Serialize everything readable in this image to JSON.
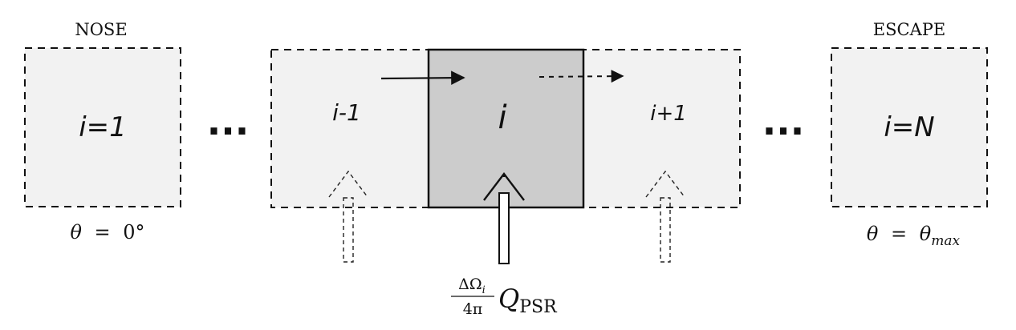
{
  "diagram": {
    "nose": {
      "header": "NOSE",
      "cell_label": "i=1",
      "angle_theta": "θ",
      "angle_equals": "=",
      "angle_value": "0°"
    },
    "escape": {
      "header": "ESCAPE",
      "cell_label": "i=N",
      "angle_theta": "θ",
      "angle_equals": "=",
      "angle_theta_sym": "θ",
      "angle_subscript": "max"
    },
    "left_ellipsis": "...",
    "right_ellipsis": "...",
    "cells": {
      "prev_label": "i-1",
      "current_label": "i",
      "next_label": "i+1"
    },
    "heat_input": {
      "numerator": "ΔΩ",
      "numerator_subscript": "i",
      "denominator": "4π",
      "symbol": "Q",
      "symbol_subscript": "PSR"
    },
    "colors": {
      "light_cell_fill": "#f2f2f2",
      "current_cell_fill": "#cccccc",
      "stroke": "#111111"
    }
  }
}
